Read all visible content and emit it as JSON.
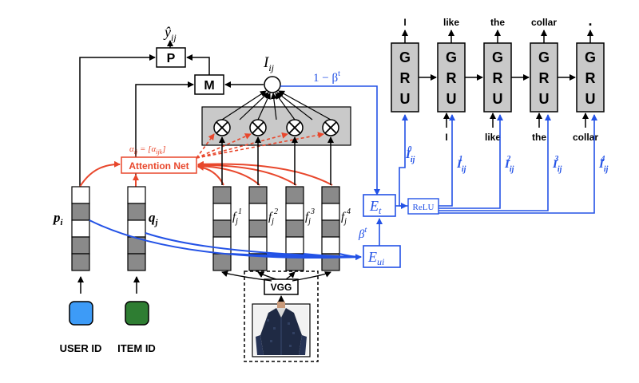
{
  "colors": {
    "blue": "#2352e6",
    "red": "#e8472c",
    "gray_fill": "#c9c9c9",
    "dark_cell": "#8a8a8a",
    "user_icon": "#3d9bf7",
    "item_icon": "#2e7d32"
  },
  "labels": {
    "y_hat": "ŷ",
    "y_sub": "ij",
    "P": "P",
    "M": "M",
    "I": "I",
    "I_sub": "ij",
    "one_minus_beta": "1 − β",
    "beta_sup": "t",
    "alpha_text": "α",
    "alpha_sub": "ij",
    "alpha_rest": " = [α",
    "alpha_sub2": "ijk",
    "alpha_close": "]",
    "attention_net": "Attention Net",
    "p": "p",
    "p_sub": "i",
    "q": "q",
    "q_sub": "j",
    "f": "f",
    "f_sub": "j",
    "f_sups": [
      "1",
      "2",
      "3",
      "4"
    ],
    "vgg": "VGG",
    "user_id": "USER ID",
    "item_id": "ITEM ID",
    "E": "E",
    "E_t_sub": "t",
    "E_ui_sub": "ui",
    "beta": "β",
    "relu": "ReLU",
    "gru": [
      "G",
      "R",
      "U"
    ],
    "output_words": [
      "I",
      "like",
      "the",
      "collar",
      "."
    ],
    "input_words": [
      "",
      "I",
      "like",
      "the",
      "collar"
    ],
    "I_sups": [
      "0",
      "1",
      "2",
      "3",
      "4"
    ]
  }
}
